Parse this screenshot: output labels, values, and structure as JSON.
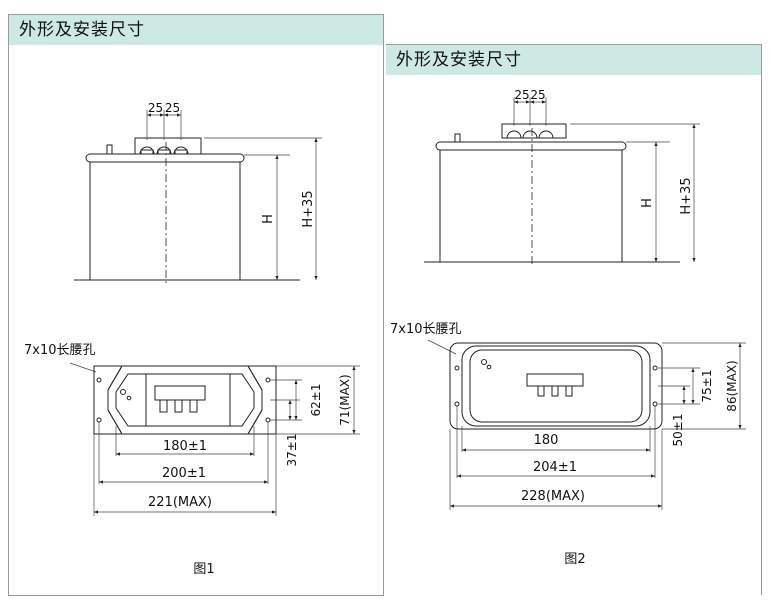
{
  "figure1": {
    "header": "外形及安装尺寸",
    "caption": "图1",
    "slot_label": "7x10长腰孔",
    "dims": {
      "terminal_pitch_a": "25",
      "terminal_pitch_b": "25",
      "height": "H",
      "height_total": "H+35",
      "inner_width": "180±1",
      "hole_spacing": "200±1",
      "max_width": "221(MAX)",
      "hole_vertical": "62±1",
      "max_depth": "71(MAX)",
      "hole_offset": "37±1"
    }
  },
  "figure2": {
    "header": "外形及安装尺寸",
    "caption": "图2",
    "slot_label": "7x10长腰孔",
    "dims": {
      "terminal_pitch_a": "25",
      "terminal_pitch_b": "25",
      "height": "H",
      "height_total": "H+35",
      "inner_width": "180",
      "hole_spacing": "204±1",
      "max_width": "228(MAX)",
      "hole_vertical": "75±1",
      "max_depth": "86(MAX)",
      "hole_offset": "50±1"
    }
  }
}
